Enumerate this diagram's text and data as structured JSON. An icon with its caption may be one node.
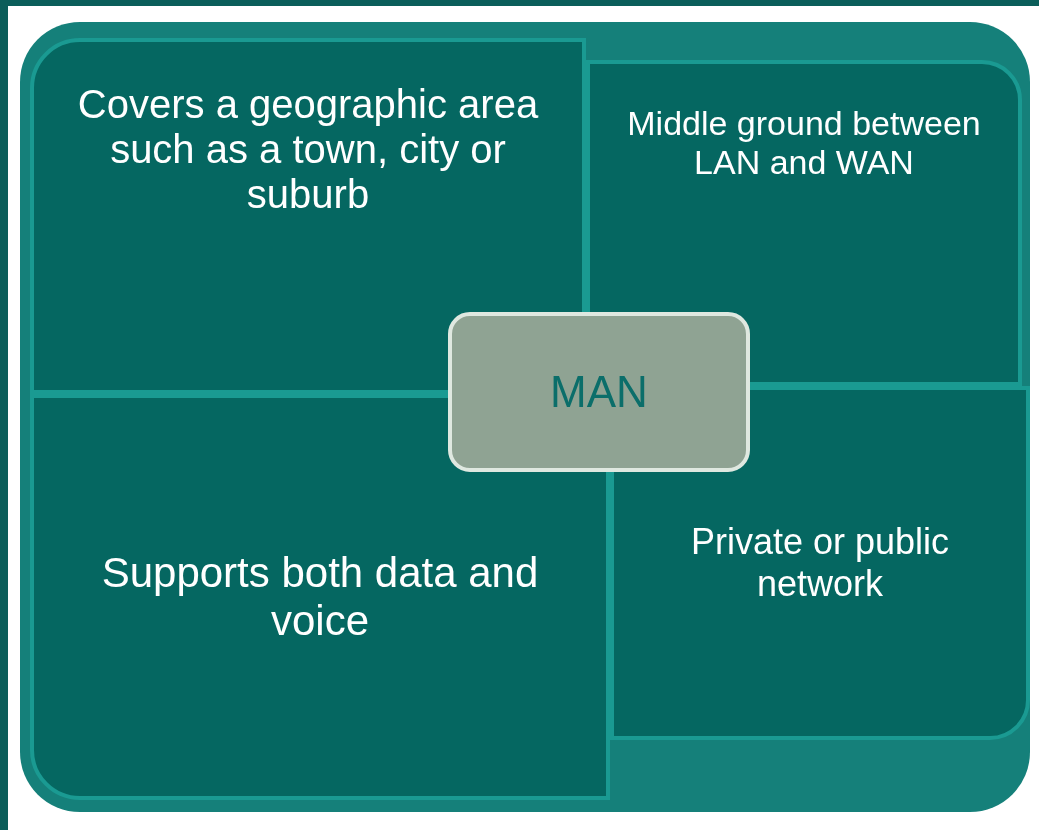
{
  "diagram": {
    "nodes": [
      {
        "text": [
          "Covers a geographic area such as a town, city or suburb"
        ]
      },
      {
        "text": [
          "Middle ground between LAN and WAN"
        ]
      },
      {
        "text": [
          "MAN"
        ]
      },
      {
        "text": [
          "Supports both data and voice"
        ]
      },
      {
        "text": [
          "Private or public network"
        ]
      }
    ]
  }
}
